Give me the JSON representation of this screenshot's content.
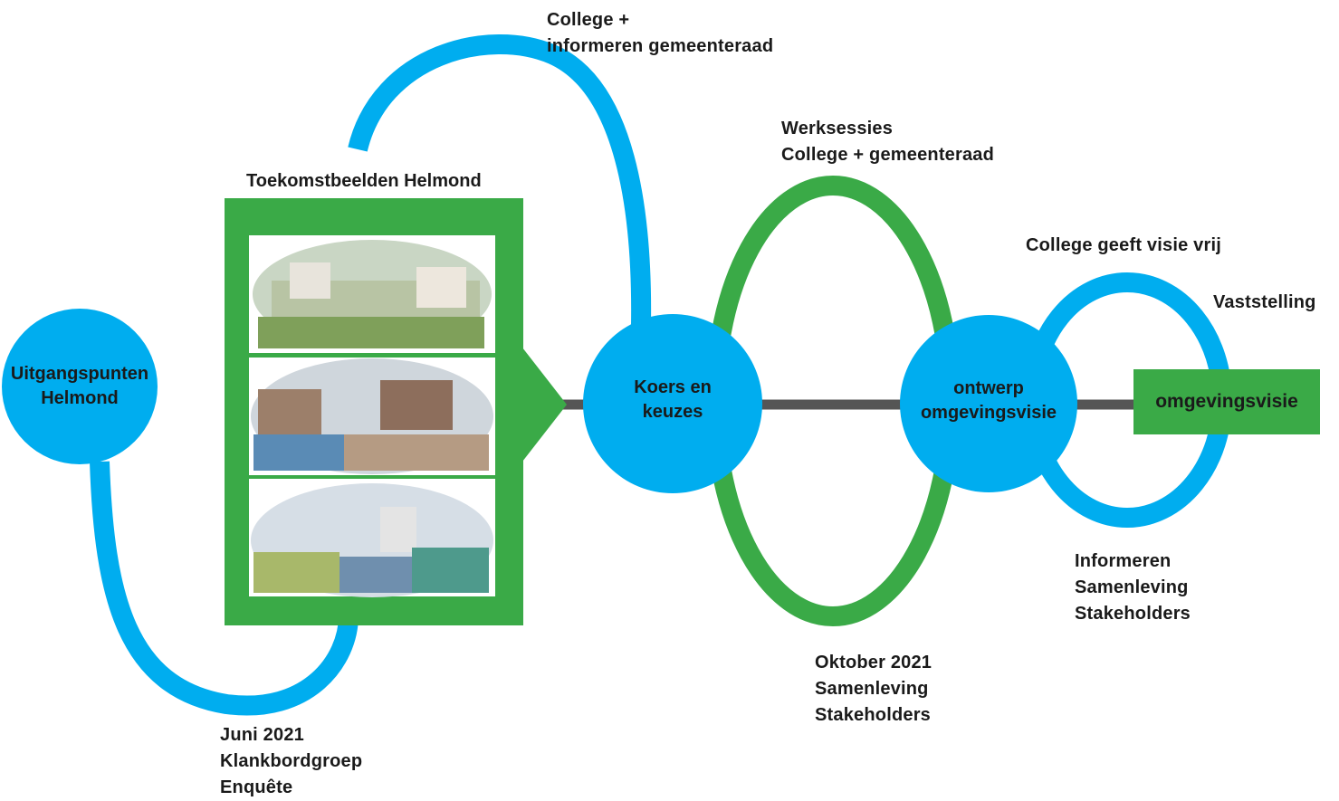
{
  "colors": {
    "blue": "#00adef",
    "green": "#3aaa47",
    "line": "#555555",
    "text": "#1a1a1a"
  },
  "nodes": {
    "start": [
      "Uitgangspunten",
      "Helmond"
    ],
    "koers": [
      "Koers en",
      "keuzes"
    ],
    "ontwerp": [
      "ontwerp",
      "omgevingsvisie"
    ],
    "final": "omgevingsvisie"
  },
  "image_box": {
    "title": "Toekomstbeelden Helmond"
  },
  "labels": {
    "college_informeren": [
      "College +",
      "informeren gemeenteraad"
    ],
    "werksessies": [
      "Werksessies",
      "College + gemeenteraad"
    ],
    "college_vrij": "College geeft visie vrij",
    "vaststelling": "Vaststelling",
    "informeren": [
      "Informeren",
      "Samenleving",
      "Stakeholders"
    ],
    "oktober": [
      "Oktober 2021",
      "Samenleving",
      "Stakeholders"
    ],
    "juni": [
      "Juni 2021",
      "Klankbordgroep",
      "Enquête"
    ]
  }
}
